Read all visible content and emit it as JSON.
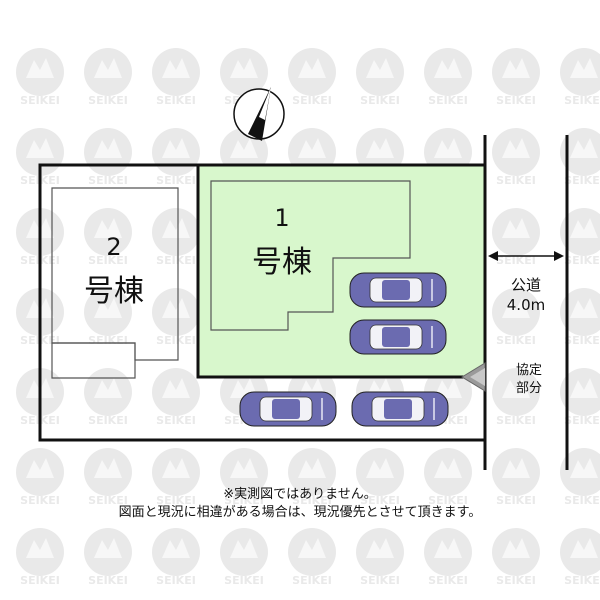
{
  "site_plan": {
    "building_1": {
      "number": "1",
      "label": "号棟",
      "lot_color": "#d8f7cc"
    },
    "building_2": {
      "number": "2",
      "label": "号棟"
    },
    "road": {
      "label": "公道",
      "width": "4.0m"
    },
    "shared_area": {
      "line1": "協定",
      "line2": "部分"
    },
    "watermark": {
      "text": "SEIKEI",
      "color": "#e9e9e9"
    },
    "north_arrow": {
      "icon": "north-arrow-icon"
    },
    "car_color": "#6b6bb0"
  },
  "notes": {
    "line1": "※実測図ではありません。",
    "line2": "図面と現況に相違がある場合は、現況優先とさせて頂きます。"
  }
}
